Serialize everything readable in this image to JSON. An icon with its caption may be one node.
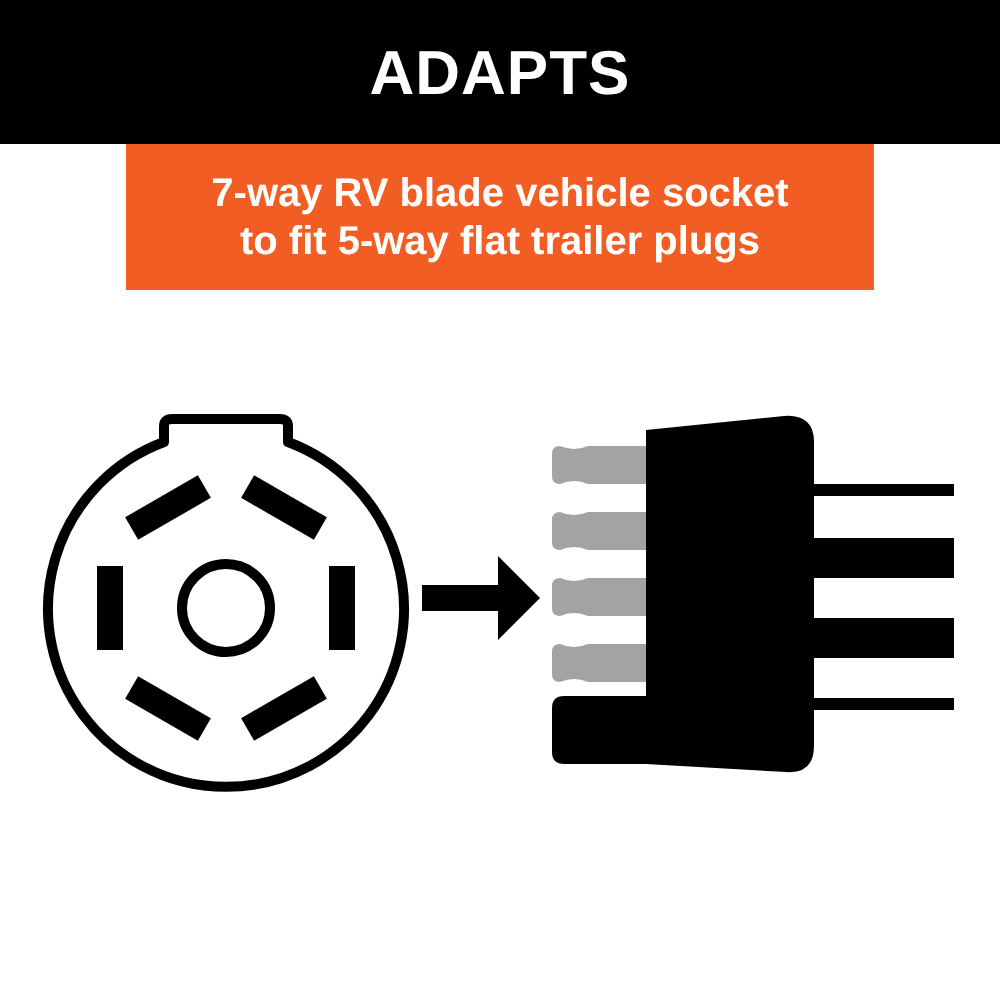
{
  "diagram": {
    "title": "ADAPTS",
    "nodes": [
      {
        "text": [
          "7-way RV blade vehicle socket to fit 5-way flat trailer plugs"
        ]
      },
      {
        "text": [],
        "shape": "picture"
      },
      {
        "text": [],
        "shape": "picture"
      }
    ],
    "edges": [
      {
        "from": 1,
        "to": 2,
        "arrow": "to"
      }
    ]
  }
}
